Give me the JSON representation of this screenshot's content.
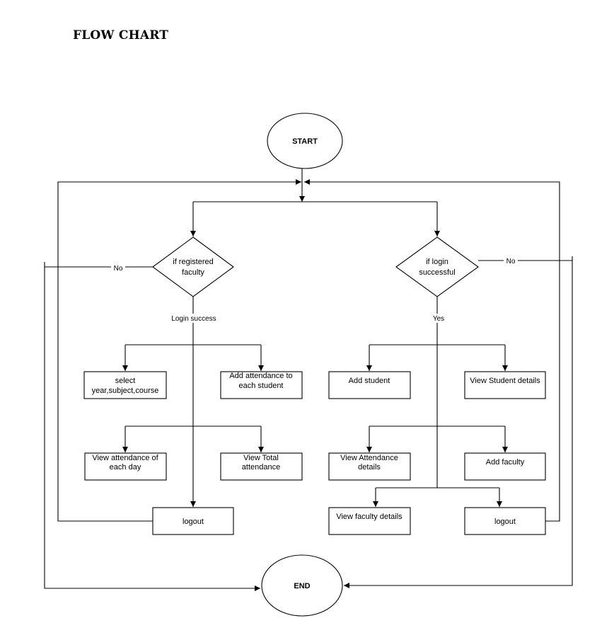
{
  "title": "FLOW CHART",
  "terminals": {
    "start": "START",
    "end": "END"
  },
  "decisions": {
    "faculty": [
      "if registered",
      "faculty"
    ],
    "login": [
      "if login",
      "successful"
    ]
  },
  "edge_labels": {
    "faculty_no": "No",
    "faculty_yes": "Login success",
    "login_no": "No",
    "login_yes": "Yes"
  },
  "faculty_branch": {
    "select": [
      "select",
      "year,subject,course"
    ],
    "add_attendance": [
      "Add attendance to",
      "each student"
    ],
    "view_daily": [
      "View attendance of",
      "each day"
    ],
    "view_total": [
      "View Total",
      "attendance"
    ],
    "logout": "logout"
  },
  "admin_branch": {
    "add_student": "Add student",
    "view_student": "View Student details",
    "view_attendance": [
      "View Attendance",
      "details"
    ],
    "add_faculty": "Add faculty",
    "view_faculty": "View faculty details",
    "logout": "logout"
  }
}
